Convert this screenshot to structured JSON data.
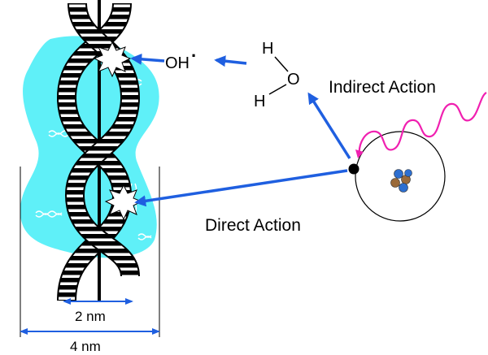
{
  "labels": {
    "hydroxyl": "OH",
    "hydroxyl_dot": "·",
    "water_h1": "H",
    "water_o": "O",
    "water_h2": "H",
    "indirect_action": "Indirect Action",
    "direct_action": "Direct Action",
    "inner_width": "2 nm",
    "outer_width": "4 nm"
  },
  "colors": {
    "water_cloud": "#5ff0f8",
    "arrow": "#1f5fe0",
    "photon": "#f020b0",
    "helix_stripe": "#000000",
    "strand": "#000000",
    "electron": "#000000",
    "proton": "#2d6fd0",
    "neutron": "#9a6a3a"
  },
  "icons": {
    "damage_site": "starburst-icon",
    "photon": "wavy-ray-icon",
    "atom": "atom-icon"
  }
}
